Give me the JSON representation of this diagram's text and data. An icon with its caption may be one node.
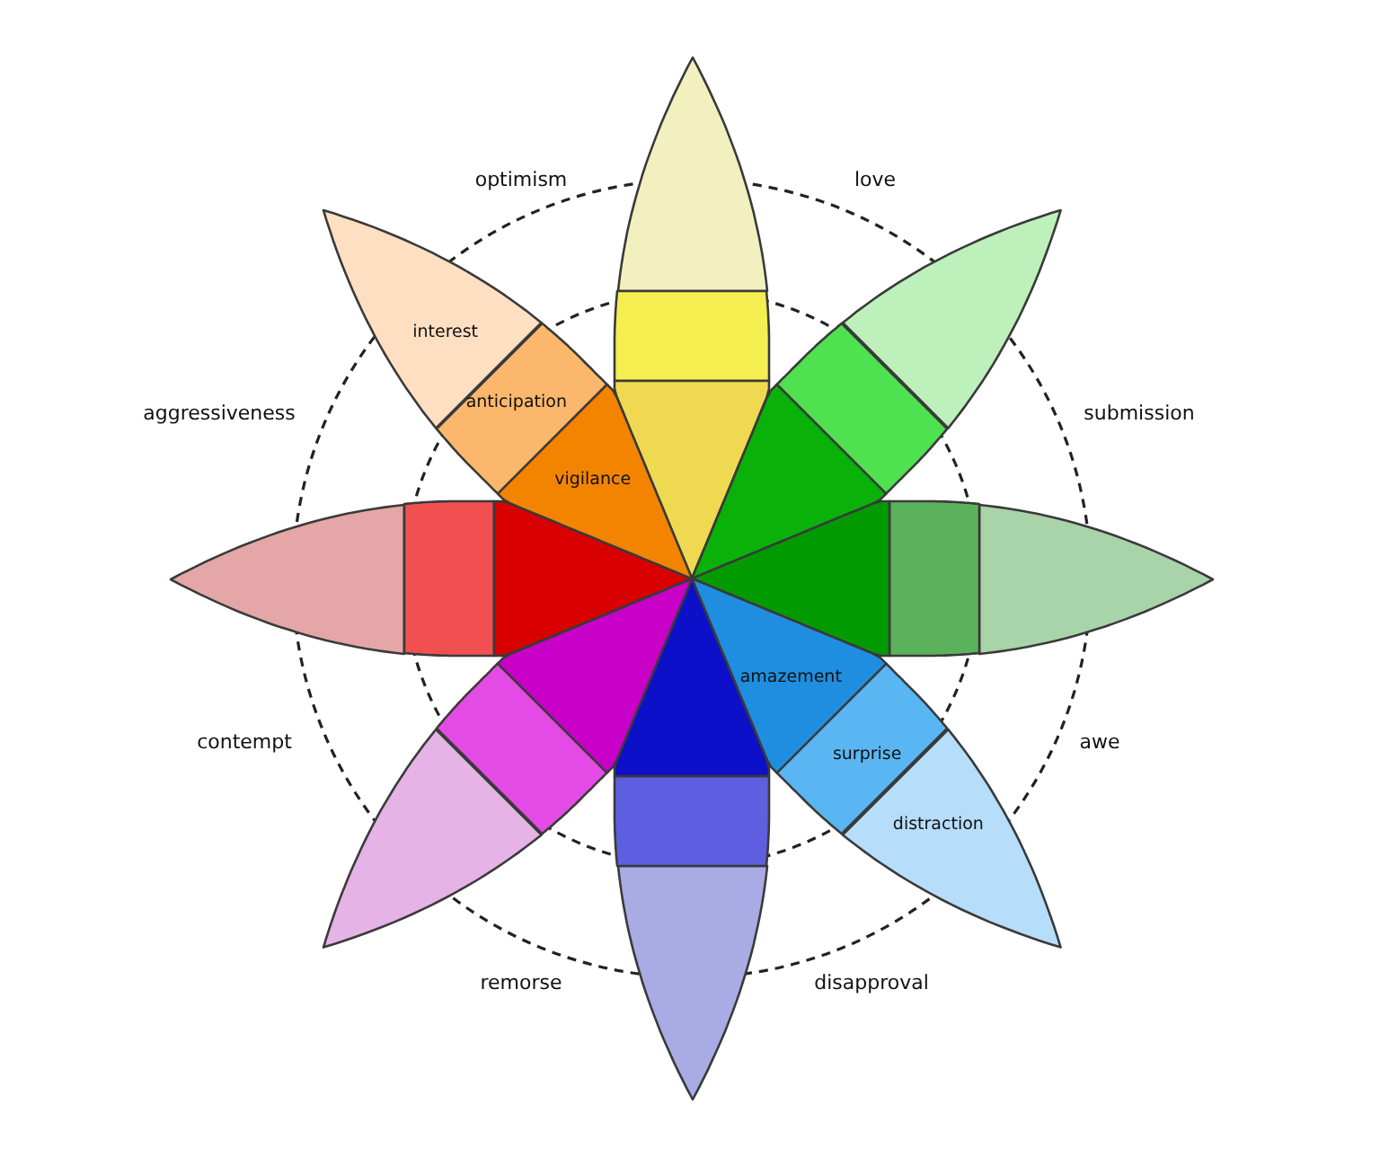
{
  "diagram": {
    "nodes": [
      {
        "text": [],
        "shape": "petal"
      },
      {
        "text": [],
        "shape": "petal"
      },
      {
        "text": [],
        "shape": "petal"
      },
      {
        "text": [],
        "shape": "petal"
      },
      {
        "text": [],
        "shape": "petal"
      },
      {
        "text": [],
        "shape": "petal"
      },
      {
        "text": [],
        "shape": "petal"
      },
      {
        "text": [],
        "shape": "petal"
      },
      {
        "text": [],
        "shape": "petal"
      },
      {
        "text": [
          "distraction"
        ]
      },
      {
        "text": [
          "surprise"
        ]
      },
      {
        "text": [
          "amazement"
        ]
      },
      {
        "text": [],
        "shape": "petal"
      },
      {
        "text": [],
        "shape": "petal"
      },
      {
        "text": [],
        "shape": "petal"
      },
      {
        "text": [],
        "shape": "petal"
      },
      {
        "text": [],
        "shape": "petal"
      },
      {
        "text": [],
        "shape": "petal"
      },
      {
        "text": [],
        "shape": "petal"
      },
      {
        "text": [],
        "shape": "petal"
      },
      {
        "text": [],
        "shape": "petal"
      },
      {
        "text": [
          "interest"
        ]
      },
      {
        "text": [
          "anticipation"
        ]
      },
      {
        "text": [
          "vigilance"
        ]
      }
    ],
    "labels": [
      "optimism",
      "love",
      "aggressiveness",
      "submission",
      "contempt",
      "awe",
      "remorse",
      "disapproval"
    ]
  }
}
